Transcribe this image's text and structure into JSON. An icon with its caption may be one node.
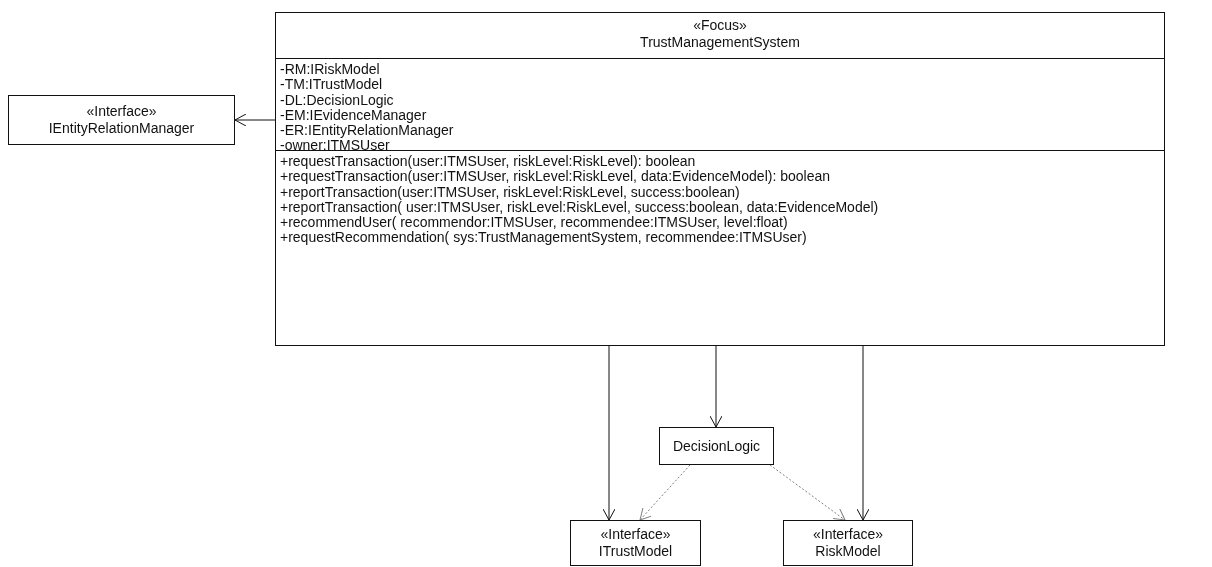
{
  "diagram": {
    "nodes": [
      {
        "text": [
          "«Focus» TrustManagementSystem",
          "-RM:IRiskModel",
          "-TM:ITrustModel",
          "-DL:DecisionLogic",
          "-EM:IEvidenceManager",
          "-ER:IEntityRelationManager",
          "-owner:ITMSUser",
          "+requestTransaction(user:ITMSUser, riskLevel:RiskLevel): boolean",
          "+requestTransaction(user:ITMSUser, riskLevel:RiskLevel, data:EvidenceModel): boolean",
          "+reportTransaction(user:ITMSUser, riskLevel:RiskLevel, success:boolean)",
          "+reportTransaction( user:ITMSUser, riskLevel:RiskLevel, success:boolean, data:EvidenceModel)",
          "+recommendUser( recommendor:ITMSUser, recommendee:ITMSUser, level:float)",
          "+requestRecommendation( sys:TrustManagementSystem, recommendee:ITMSUser)"
        ]
      },
      {
        "text": [
          "«Interface» IEntityRelationManager"
        ]
      },
      {
        "text": [
          "DecisionLogic"
        ]
      },
      {
        "text": [
          "«Interface» ITrustModel"
        ]
      },
      {
        "text": [
          "«Interface» RiskModel"
        ]
      }
    ],
    "edges": [
      {
        "from": 0,
        "to": 1,
        "arrow": "to"
      },
      {
        "from": 0,
        "to": 3,
        "arrow": "to"
      },
      {
        "from": 0,
        "to": 2,
        "arrow": "to"
      },
      {
        "from": 0,
        "to": 4,
        "arrow": "to"
      },
      {
        "from": 2,
        "to": 3,
        "arrow": "to",
        "style": "dashed",
        "color": "#808080"
      },
      {
        "from": 2,
        "to": 4,
        "arrow": "to",
        "style": "dashed",
        "color": "#808080"
      }
    ]
  }
}
